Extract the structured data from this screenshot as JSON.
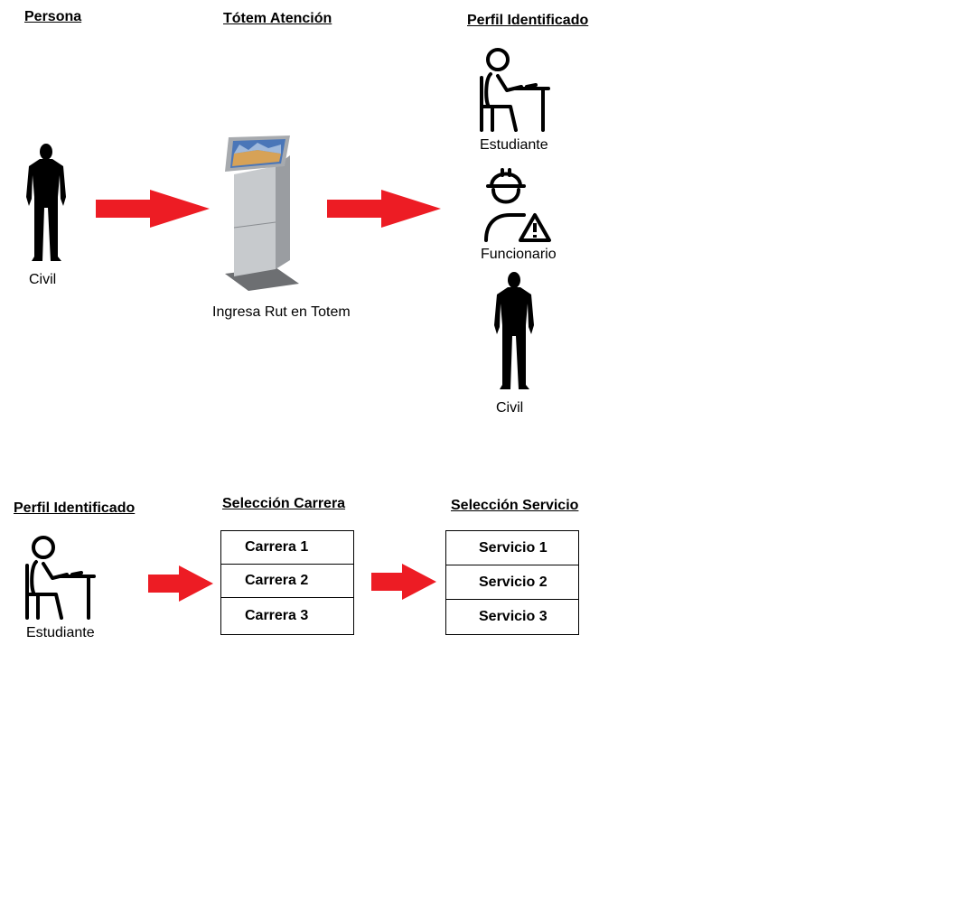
{
  "top": {
    "heading_persona": "Persona",
    "heading_totem": "Tótem Atención",
    "heading_perfil": "Perfil Identificado",
    "caption_civil_left": "Civil",
    "caption_totem": "Ingresa Rut en Totem",
    "caption_estudiante": "Estudiante",
    "caption_funcionario": "Funcionario",
    "caption_civil_right": "Civil"
  },
  "bottom": {
    "heading_perfil": "Perfil Identificado",
    "heading_carrera": "Selección Carrera",
    "heading_servicio": "Selección Servicio",
    "caption_estudiante": "Estudiante",
    "carreras": [
      "Carrera 1",
      "Carrera 2",
      "Carrera 3"
    ],
    "servicios": [
      "Servicio 1",
      "Servicio 2",
      "Servicio 3"
    ]
  },
  "colors": {
    "arrow": "#ed1c24",
    "silhouette": "#000000",
    "kiosk": "#b9bcc0"
  },
  "icons": [
    "person-silhouette-icon",
    "kiosk-icon",
    "student-desk-icon",
    "worker-helmet-warning-icon"
  ]
}
